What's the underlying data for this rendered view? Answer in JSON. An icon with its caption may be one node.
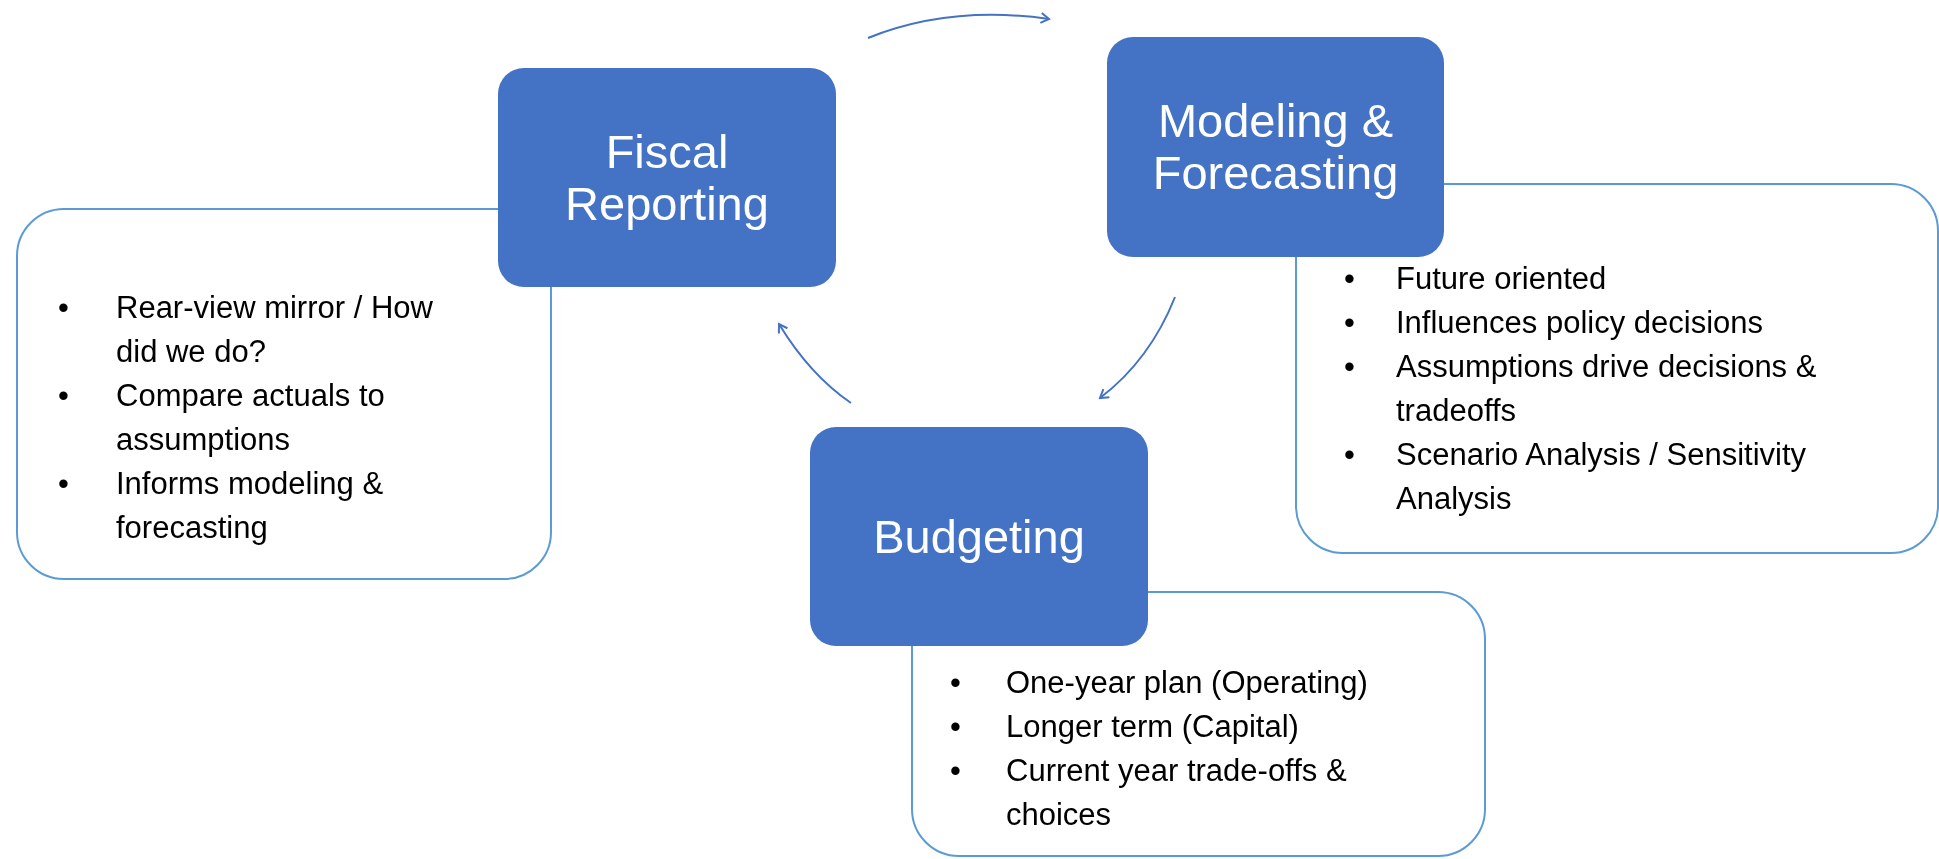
{
  "diagram": {
    "nodes": [
      {
        "text": [
          "Fiscal Reporting"
        ]
      },
      {
        "text": [
          "• Rear-view mirror / How did we do?",
          "• Compare actuals to assumptions",
          "• Informs modeling & forecasting"
        ]
      },
      {
        "text": [
          "Modeling & Forecasting"
        ]
      },
      {
        "text": [
          "• Future oriented",
          "• Influences policy decisions",
          "• Assumptions drive decisions & tradeoffs",
          "• Scenario Analysis / Sensitivity Analysis"
        ]
      },
      {
        "text": [
          "Budgeting"
        ]
      },
      {
        "text": [
          "• One-year plan (Operating)",
          "• Longer term (Capital)",
          "• Current year trade-offs & choices"
        ]
      }
    ],
    "edges": [
      {
        "from": 0,
        "to": 2,
        "arrow": "to"
      },
      {
        "from": 2,
        "to": 4,
        "arrow": "to"
      },
      {
        "from": 4,
        "to": 0,
        "arrow": "to"
      }
    ]
  }
}
